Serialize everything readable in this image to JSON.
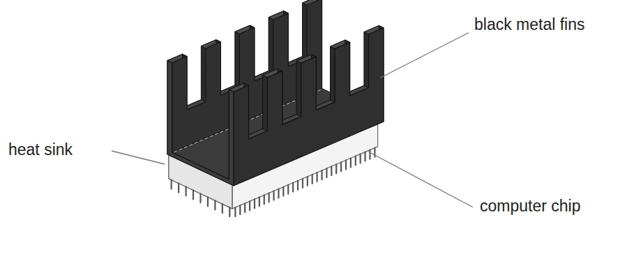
{
  "diagram": {
    "labels": [
      "black metal fins",
      "heat sink",
      "computer chip"
    ]
  }
}
